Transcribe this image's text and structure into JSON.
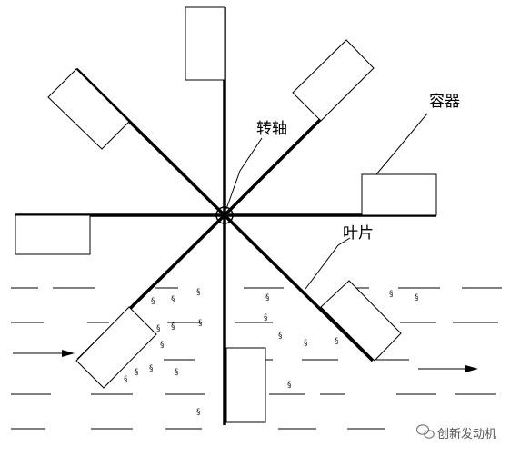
{
  "labels": {
    "axle": "转轴",
    "container": "容器",
    "blade": "叶片"
  },
  "watermark": {
    "icon": "wechat-icon",
    "text": "创新发动机"
  },
  "bubble_glyph": "§",
  "colors": {
    "line": "#000000",
    "background": "#ffffff"
  }
}
